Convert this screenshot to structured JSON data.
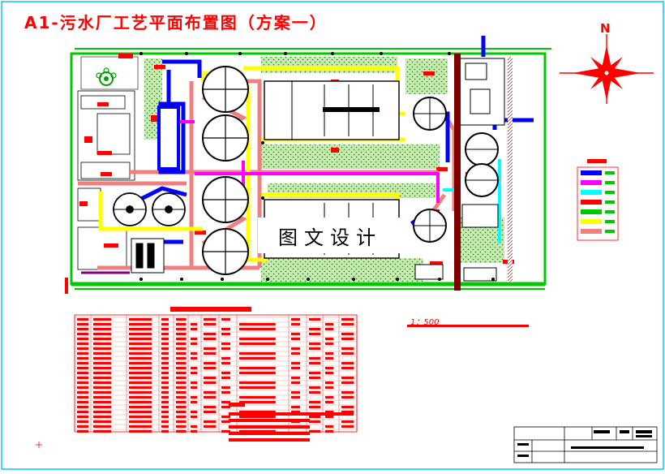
{
  "drawing": {
    "title": "A1-污水厂工艺平面布置图（方案一）",
    "watermark": "图文设计",
    "scale_note": "1：500",
    "north_label": "N"
  },
  "colors": {
    "background": "#ffffff",
    "site_boundary": "#00c800",
    "pipe_sludge": "#0000ff",
    "pipe_water": "#ffff00",
    "pipe_return": "#ff00ff",
    "pipe_air": "#00ffff",
    "pipe_pink": "#f08080",
    "annotation": "#ff0000",
    "lawn": "#9fd67a",
    "outline": "#000000"
  },
  "legend": {
    "swatches": [
      "#0000ff",
      "#ff00ff",
      "#00ffff",
      "#ff0000",
      "#00c800",
      "#ffff00",
      "#f08080"
    ]
  },
  "icons": {
    "north_arrow": "compass-rose-icon",
    "tree": "tree-icon"
  }
}
